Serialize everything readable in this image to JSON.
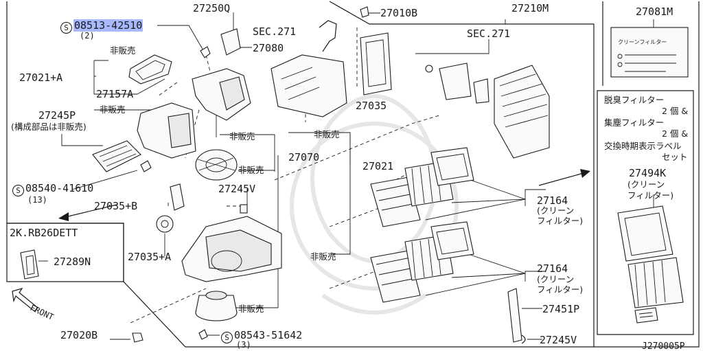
{
  "diagram": {
    "reference_code": "J270005P",
    "part_numbers": {
      "p27250Q": "27250Q",
      "p27010B": "27010B",
      "p27210M": "27210M",
      "p27081M": "27081M",
      "bolt_top_num": "08513-42510",
      "bolt_top_qty": "(2)",
      "sec271_a": "SEC.271",
      "sec271_b": "SEC.271",
      "p27080": "27080",
      "p27021A": "27021+A",
      "p27157A": "27157A",
      "p27245P": "27245P",
      "p27245P_note": "(構成部品は非販売)",
      "p27035": "27035",
      "p27070": "27070",
      "p27021": "27021",
      "bolt_mid_num": "08540-41610",
      "bolt_mid_qty": "(13)",
      "p27245V_a": "27245V",
      "p27035B": "27035+B",
      "p27035A": "27035+A",
      "p27164_a": "27164",
      "p27164_a_note1": "(クリーン",
      "p27164_a_note2": "フィルター)",
      "p27164_b": "27164",
      "p27164_b_note1": "(クリーン",
      "p27164_b_note2": "フィルター)",
      "engine_label": "2K.RB26DETT",
      "p27289N": "27289N",
      "front_label": "FRONT",
      "p27020B": "27020B",
      "bolt_bot_num": "08543-51642",
      "bolt_bot_qty": "(3)",
      "p27451P": "27451P",
      "p27245V_b": "27245V"
    },
    "not_sold": {
      "ns1": "非販売",
      "ns2": "非販売",
      "ns3": "非販売",
      "ns4": "非販売",
      "ns5": "非販売",
      "ns6": "非販売",
      "ns7": "非販売"
    },
    "circle_symbol": "S",
    "kit_box": {
      "line1": "脱臭フィルター",
      "line2": "2 個 &",
      "line3": "集塵フィルター",
      "line4": "2 個 &",
      "line5": "交換時期表示ラベル",
      "line6": "セット",
      "part": "27494K",
      "part_note1": "(クリーン",
      "part_note2": "フィルター)"
    },
    "label_sticker": {
      "text": "クリーンフィルター"
    },
    "colors": {
      "highlight": "#a9b9ff",
      "line": "#1a1a1a",
      "background": "#ffffff"
    }
  }
}
